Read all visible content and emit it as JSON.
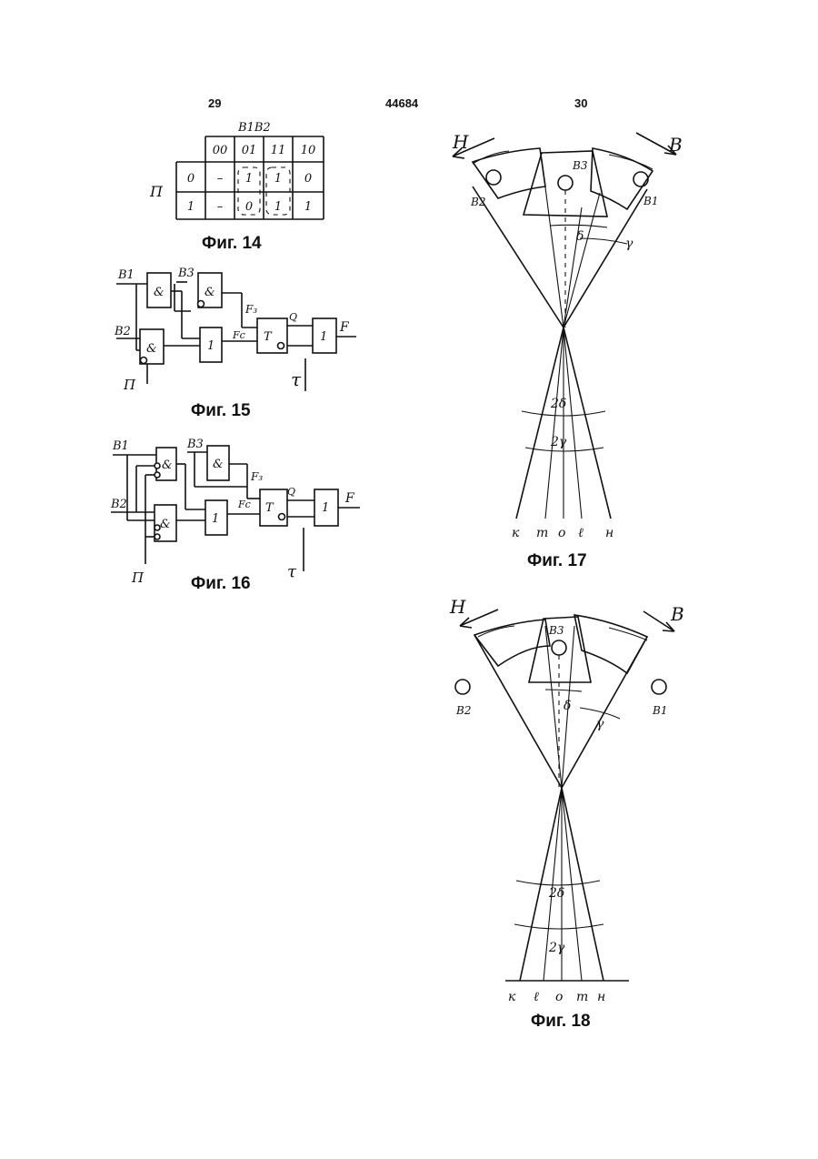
{
  "header": {
    "page_left": "29",
    "patent_number": "44684",
    "page_right": "30"
  },
  "captions": {
    "fig14": "Фиг. 14",
    "fig15": "Фиг. 15",
    "fig16": "Фиг. 16",
    "fig17": "Фиг. 17",
    "fig18": "Фиг. 18"
  },
  "fig14": {
    "col_var": "B1B2",
    "row_var": "П",
    "cols": [
      "00",
      "01",
      "11",
      "10"
    ],
    "rows": [
      {
        "label": "0",
        "cells": [
          "–",
          "1",
          "1",
          "0"
        ]
      },
      {
        "label": "1",
        "cells": [
          "–",
          "0",
          "1",
          "1"
        ]
      }
    ]
  },
  "fig15": {
    "inputs": [
      "B1",
      "B2",
      "B3",
      "П",
      "τ"
    ],
    "gate_and": "&",
    "gate_or": "1",
    "trigger": "T",
    "signals": [
      "F₃",
      "Fc",
      "Q"
    ],
    "output": "F"
  },
  "fig16": {
    "inputs": [
      "B1",
      "B2",
      "B3",
      "П",
      "τ"
    ],
    "gate_and": "&",
    "gate_or": "1",
    "trigger": "T",
    "signals": [
      "F₃",
      "Fc",
      "Q"
    ],
    "output": "F"
  },
  "fig17": {
    "dir_left": "H",
    "dir_right": "B",
    "sensors": [
      "B2",
      "B3",
      "B1"
    ],
    "angles": [
      "δ",
      "γ",
      "2δ",
      "2γ"
    ],
    "zones": [
      "к",
      "т",
      "о",
      "ℓ",
      "н"
    ]
  },
  "fig18": {
    "dir_left": "H",
    "dir_right": "B",
    "sensors": [
      "B3",
      "B2",
      "B1"
    ],
    "angles": [
      "δ",
      "γ",
      "2δ",
      "2γ"
    ],
    "zones": [
      "к",
      "ℓ",
      "о",
      "т",
      "н"
    ]
  }
}
